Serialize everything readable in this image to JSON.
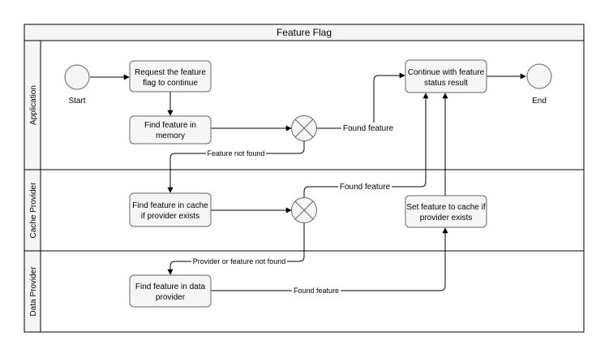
{
  "diagram": {
    "title": "Feature Flag",
    "lanes": [
      {
        "id": "app",
        "label": "Application"
      },
      {
        "id": "cache",
        "label": "Cache Provider"
      },
      {
        "id": "data",
        "label": "Data Provider"
      }
    ],
    "nodes": {
      "start_label": "Start",
      "end_label": "End",
      "request": [
        "Request the feature",
        "flag to continue"
      ],
      "find_memory": [
        "Find feature in",
        "memory"
      ],
      "continue": [
        "Continue with feature",
        "status result"
      ],
      "find_cache": [
        "Find feature in cache",
        "if provider exists"
      ],
      "set_cache": [
        "Set feature to cache if",
        "provider exists"
      ],
      "find_data": [
        "Find feature in data",
        "provider"
      ]
    },
    "edges": {
      "found_feature_memory": "Found feature",
      "feature_not_found": "Feature not found",
      "found_feature_cache": "Found feature",
      "provider_not_found": "Provider or feature not found",
      "found_feature_data": "Found feature"
    },
    "colors": {
      "stroke": "#000000",
      "node_fill": "#f5f5f5",
      "node_stroke": "#666666",
      "header_fill": "#f5f5f5"
    }
  }
}
